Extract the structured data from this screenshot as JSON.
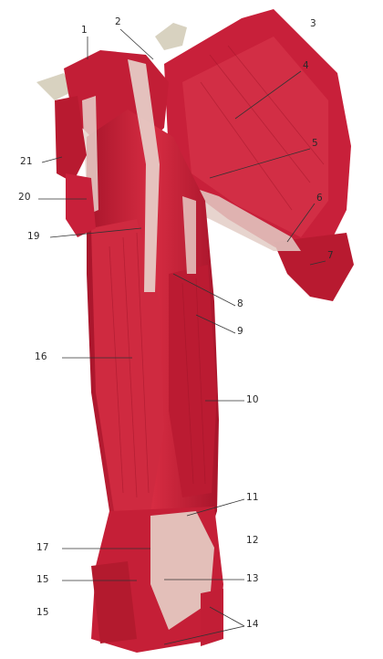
{
  "figure": {
    "labels": [
      {
        "id": "l1",
        "text": "1"
      },
      {
        "id": "l2",
        "text": "2"
      },
      {
        "id": "l3",
        "text": "3"
      },
      {
        "id": "l4",
        "text": "4"
      },
      {
        "id": "l5",
        "text": "5"
      },
      {
        "id": "l6",
        "text": "6"
      },
      {
        "id": "l7",
        "text": "7"
      },
      {
        "id": "l8",
        "text": "8"
      },
      {
        "id": "l9",
        "text": "9"
      },
      {
        "id": "l10",
        "text": "10"
      },
      {
        "id": "l11",
        "text": "11"
      },
      {
        "id": "l12",
        "text": "12"
      },
      {
        "id": "l13",
        "text": "13"
      },
      {
        "id": "l14",
        "text": "14"
      },
      {
        "id": "l15a",
        "text": "15"
      },
      {
        "id": "l15b",
        "text": "15"
      },
      {
        "id": "l16",
        "text": "16"
      },
      {
        "id": "l17",
        "text": "17"
      },
      {
        "id": "l19",
        "text": "19"
      },
      {
        "id": "l20",
        "text": "20"
      },
      {
        "id": "l21",
        "text": "21"
      }
    ],
    "colors": {
      "muscle": "#c8203a",
      "muscle_dark": "#9e1428",
      "muscle_light": "#e0505e",
      "tendon": "#e8d3cc",
      "bone": "#d8d2c0",
      "leader": "#333333"
    }
  }
}
